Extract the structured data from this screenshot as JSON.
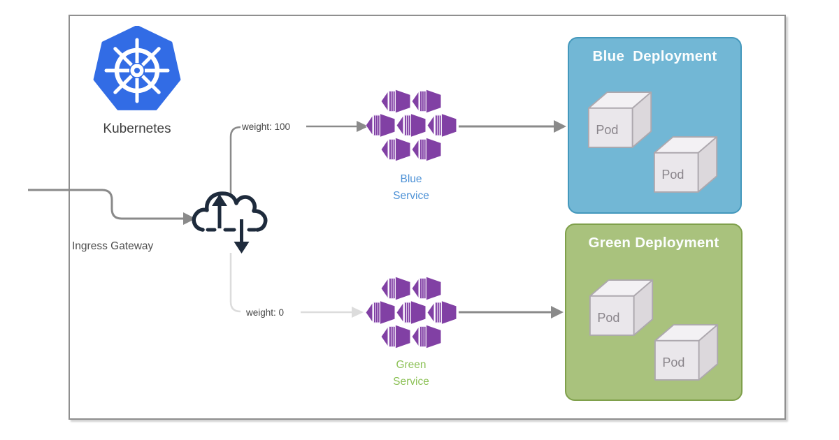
{
  "canvas": {
    "background": "#FFFFFF",
    "frame_border_color": "#8F8F8F"
  },
  "kubernetes": {
    "label": "Kubernetes",
    "logo_color": "#326CE5"
  },
  "ingress_gateway": {
    "label": "Ingress Gateway",
    "icon_color": "#1E2B3C"
  },
  "routes": {
    "blue": {
      "weight_label": "weight: 100",
      "line_color": "#8A8A8A"
    },
    "green": {
      "weight_label": "weight: 0",
      "line_color": "#DCDCDC"
    }
  },
  "services": {
    "icon_color": "#8140A4",
    "blue": {
      "label_line1": "Blue",
      "label_line2": "Service",
      "label_color": "#4E92D6"
    },
    "green": {
      "label_line1": "Green",
      "label_line2": "Service",
      "label_color": "#8CC156"
    }
  },
  "deployments": {
    "blue": {
      "title": "Blue  Deployment",
      "fill": "#72B7D5",
      "border": "#4498BC",
      "pods": [
        "Pod",
        "Pod"
      ]
    },
    "green": {
      "title": "Green Deployment",
      "fill": "#A9C27D",
      "border": "#7FA04B",
      "pods": [
        "Pod",
        "Pod"
      ]
    }
  }
}
